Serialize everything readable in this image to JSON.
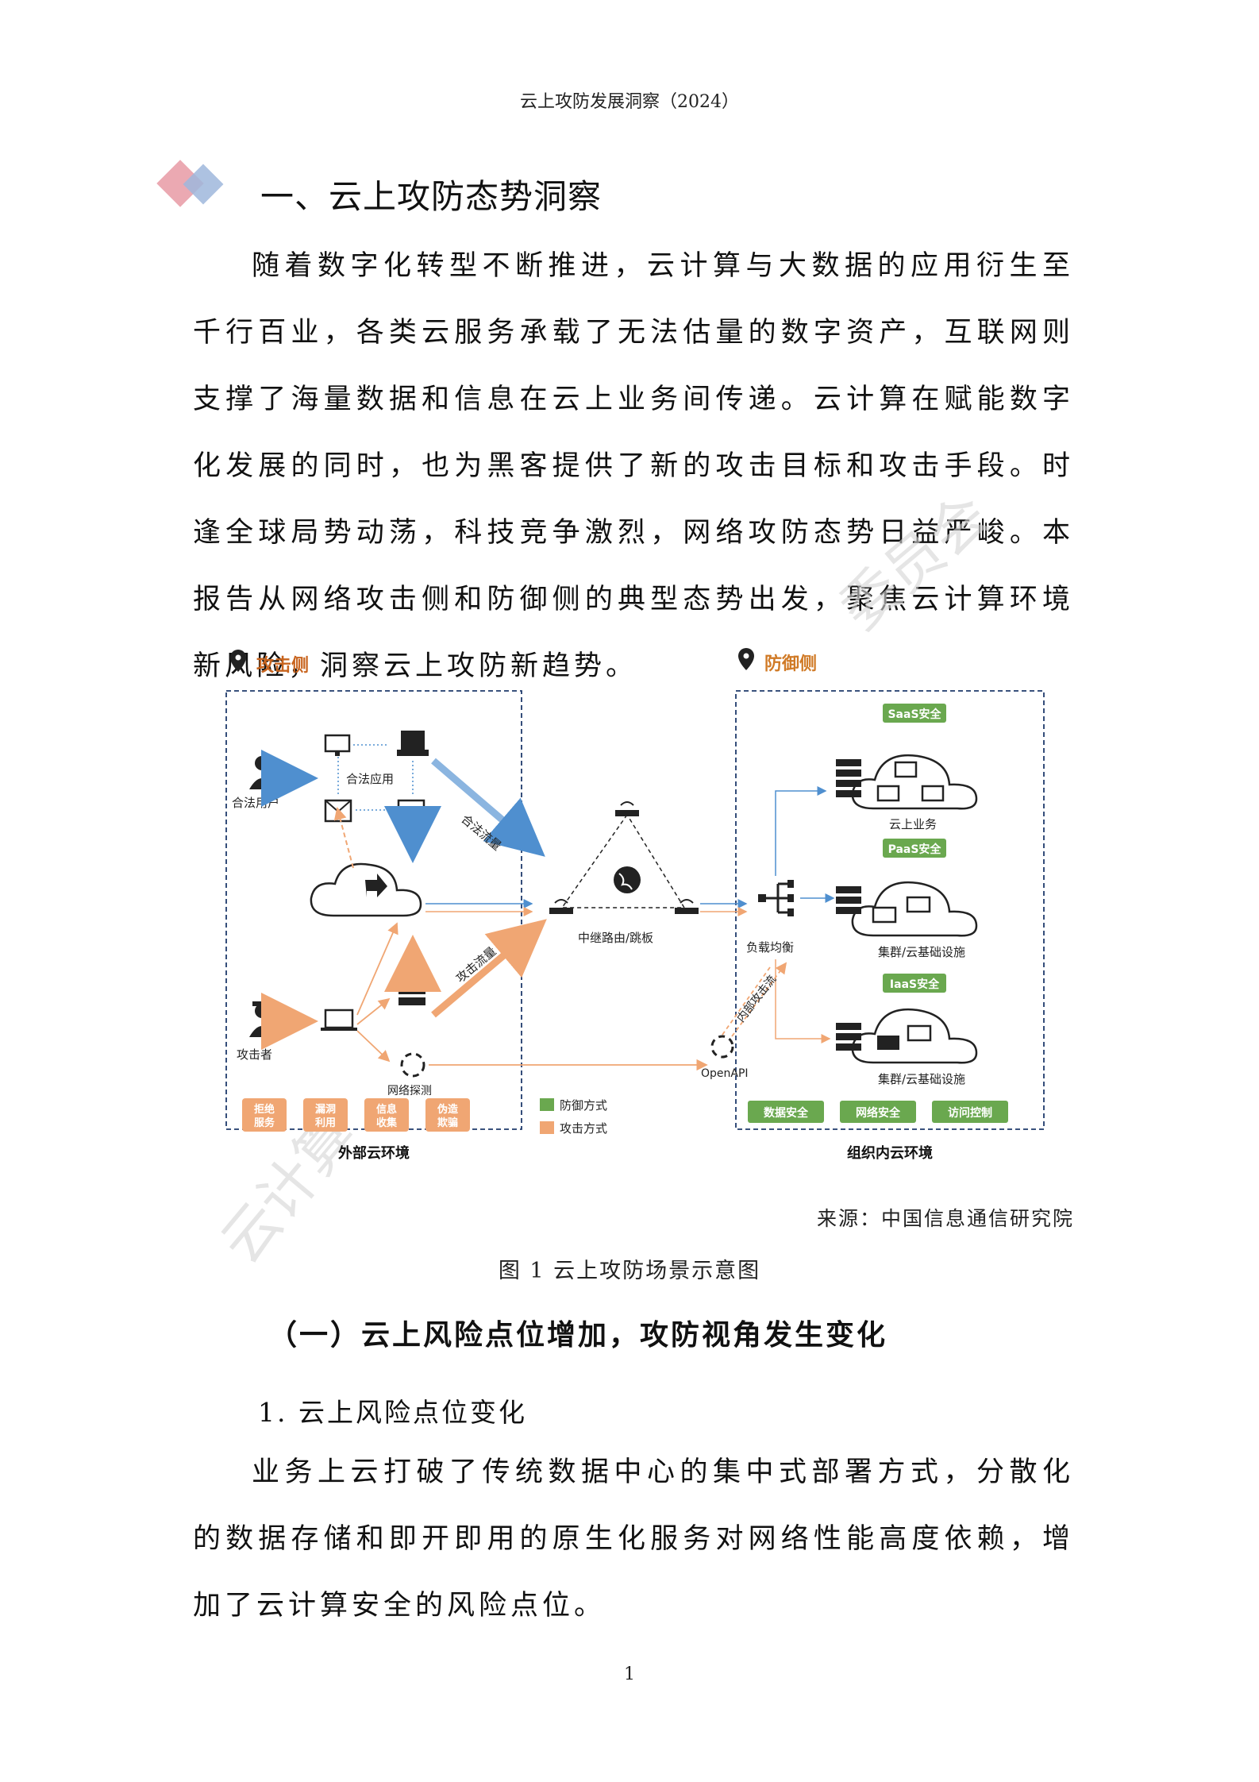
{
  "header": {
    "running_title": "云上攻防发展洞察（2024）"
  },
  "section": {
    "title": "一、云上攻防态势洞察"
  },
  "intro_paragraph": "随着数字化转型不断推进，云计算与大数据的应用衍生至千行百业，各类云服务承载了无法估量的数字资产，互联网则支撑了海量数据和信息在云上业务间传递。云计算在赋能数字化发展的同时，也为黑客提供了新的攻击目标和攻击手段。时逢全球局势动荡，科技竞争激烈，网络攻防态势日益严峻。本报告从网络攻击侧和防御侧的典型态势出发，聚焦云计算环境新风险，洞察云上攻防新趋势。",
  "figure": {
    "attack_side": "攻击侧",
    "defense_side": "防御侧",
    "legit_user": "合法用户",
    "legit_app": "合法应用",
    "legit_traffic": "合法流量",
    "attacker": "攻击者",
    "attack_traffic": "攻击流量",
    "network_probe": "网络探测",
    "relay": "中继路由/跳板",
    "load_balance": "负载均衡",
    "internal_attack": "内部攻击流",
    "openapi": "OpenAPI",
    "saas": "SaaS安全",
    "paas": "PaaS安全",
    "iaas": "IaaS安全",
    "cloud_business": "云上业务",
    "cluster1": "集群/云基础设施",
    "cluster2": "集群/云基础设施",
    "attack_methods": [
      "拒绝\n服务",
      "漏洞\n利用",
      "信息\n收集",
      "伪造\n欺骗"
    ],
    "legend_defense": "防御方式",
    "legend_attack": "攻击方式",
    "defense_methods": [
      "数据安全",
      "网络安全",
      "访问控制"
    ],
    "external_env": "外部云环境",
    "internal_env": "组织内云环境",
    "colors": {
      "attack": "#c8641e",
      "defense": "#d07a26",
      "green": "#6aa84f",
      "orange": "#f0a673",
      "blue": "#4f8fcf",
      "frame": "#1f3a6b"
    }
  },
  "source": "来源：中国信息通信研究院",
  "caption": "图 1  云上攻防场景示意图",
  "subsection": {
    "title": "（一）云上风险点位增加，攻防视角发生变化"
  },
  "subsubsection": {
    "title": "1.  云上风险点位变化"
  },
  "body_paragraph": "业务上云打破了传统数据中心的集中式部署方式，分散化的数据存储和即开即用的原生化服务对网络性能高度依赖，增加了云计算安全的风险点位。",
  "page_number": "1",
  "watermark": [
    "云计算",
    "委员会"
  ]
}
